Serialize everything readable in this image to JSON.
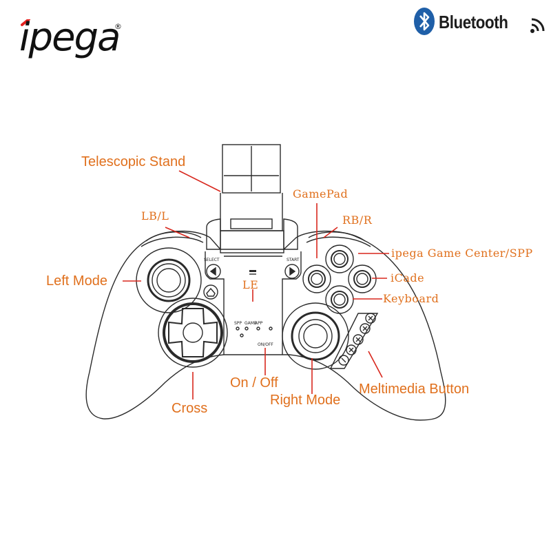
{
  "brand": {
    "logo_text": "ipega",
    "registered_mark": "®",
    "bluetooth_text": "Bluetooth",
    "logo_color": "#e4201e",
    "bluetooth_icon_color": "#1f5fa8"
  },
  "labels": {
    "telescopic_stand": "Telescopic Stand",
    "gamepad": "GamePad",
    "lb_l": "LB/L",
    "rb_r": "RB/R",
    "ipega_game_center": "ipega Game Center/SPP",
    "left_mode": "Left Mode",
    "icade": "iCade",
    "le": "LE",
    "keyboard": "Keyboard",
    "on_off": "On / Off",
    "right_mode": "Right Mode",
    "multimedia_button": "Meltimedia Button",
    "cross": "Cross"
  },
  "device_markings": {
    "select": "SELECT",
    "start": "START",
    "mode_labels": [
      "SPP",
      "GAME",
      "APP"
    ],
    "on_off_switch": "ON/OFF"
  },
  "colors": {
    "label_orange": "#e0701d",
    "line_red": "#d8261c",
    "outline": "#2a2a2a"
  }
}
